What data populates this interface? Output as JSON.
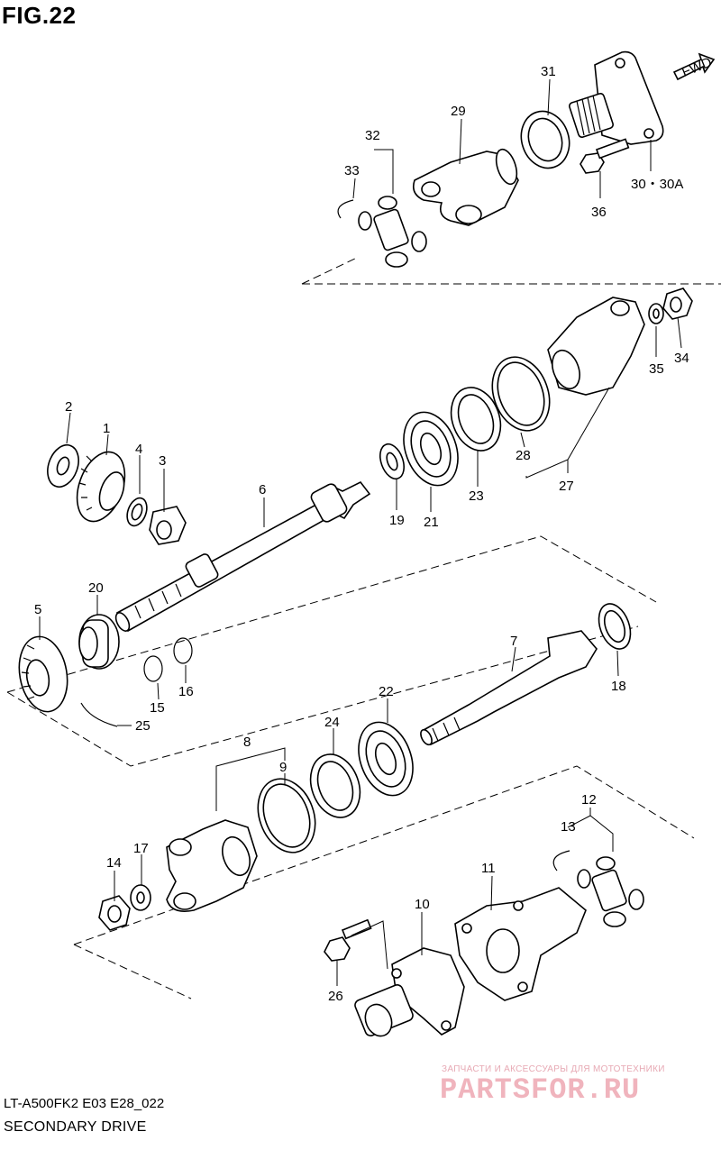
{
  "figure": {
    "title": "FIG.22",
    "model_code": "LT-A500FK2 E03 E28_022",
    "subtitle": "SECONDARY DRIVE",
    "fwd_label": "FWD"
  },
  "watermark": {
    "tagline": "ЗАПЧАСТИ И АКСЕССУАРЫ ДЛЯ МОТОТЕХНИКИ",
    "brand": "PARTSFOR.RU"
  },
  "callouts": {
    "c1": "1",
    "c2": "2",
    "c3": "3",
    "c4": "4",
    "c5": "5",
    "c6": "6",
    "c7": "7",
    "c8": "8",
    "c9": "9",
    "c10": "10",
    "c11": "11",
    "c12": "12",
    "c13": "13",
    "c14": "14",
    "c15": "15",
    "c16": "16",
    "c17": "17",
    "c18": "18",
    "c19": "19",
    "c20": "20",
    "c21": "21",
    "c22": "22",
    "c23": "23",
    "c24": "24",
    "c25": "25",
    "c26": "26",
    "c27": "27",
    "c28": "28",
    "c29": "29",
    "c30": "30・30A",
    "c31": "31",
    "c32": "32",
    "c33": "33",
    "c34": "34",
    "c35": "35",
    "c36": "36"
  }
}
